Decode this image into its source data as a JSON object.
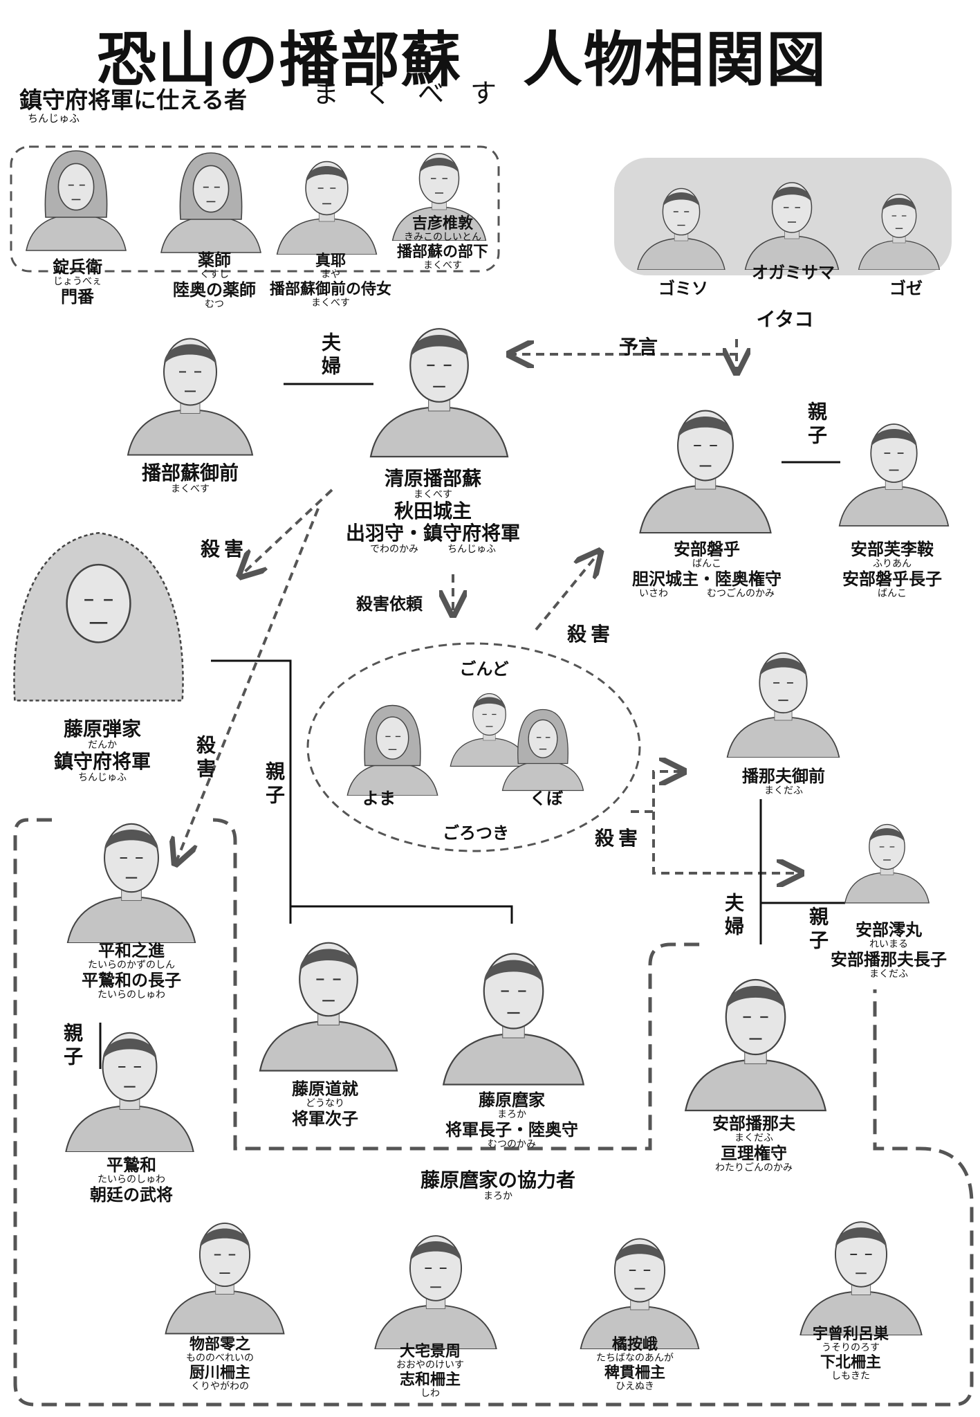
{
  "title": "恐山の播部蘇　人物相関図",
  "title_ruby": "まくべす",
  "groups": {
    "chinjufu_servants": {
      "label": "鎮守府将軍に仕える者",
      "ruby": "ちんじゅふ"
    },
    "itako": "イタコ",
    "gorotsuki": "ごろつき",
    "maroka_allies": {
      "label": "藤原麿家の協力者",
      "ruby": "まろか"
    }
  },
  "characters": {
    "jobee": {
      "name": "錠兵衛",
      "ruby": "じょうべぇ",
      "role": "門番"
    },
    "kusushi": {
      "name": "薬師",
      "ruby": "くすし",
      "role": "陸奥の薬師",
      "role_ruby": "むつ"
    },
    "maya": {
      "name": "真耶",
      "ruby": "まや",
      "role": "播部蘇御前の侍女",
      "role_ruby": "まくべす"
    },
    "kimiko": {
      "name": "吉彦椎敦",
      "ruby": "きみこのしいとん",
      "role": "播部蘇の部下",
      "role_ruby": "まくべす"
    },
    "gomiso": {
      "name": "ゴミソ"
    },
    "ogamisama": {
      "name": "オガミサマ"
    },
    "goze": {
      "name": "ゴゼ"
    },
    "makubesu_gozen": {
      "name": "播部蘇御前",
      "ruby": "まくべす"
    },
    "kiyohara": {
      "name": "清原播部蘇",
      "ruby": "まくべす",
      "role1": "秋田城主",
      "role2": "出羽守・鎮守府将軍",
      "role2_ruby": "でわのかみ　　　ちんじゅふ"
    },
    "abe_banko": {
      "name": "安部磐乎",
      "ruby": "ばんこ",
      "role": "胆沢城主・陸奥権守",
      "role_ruby": "いさわ　　　　むつごんのかみ"
    },
    "abe_furian": {
      "name": "安部芙李鞍",
      "ruby": "ふりあん",
      "role": "安部磐乎長子",
      "role_ruby": "ばんこ"
    },
    "fujiwara_danka": {
      "name": "藤原弾家",
      "ruby": "だんか",
      "role": "鎮守府将軍",
      "role_ruby": "ちんじゅふ"
    },
    "gondo": {
      "name": "ごんど"
    },
    "yoma": {
      "name": "よま"
    },
    "kubo": {
      "name": "くぼ"
    },
    "makudafu_gozen": {
      "name": "播那夫御前",
      "ruby": "まくだふ"
    },
    "heiwa_no_shin": {
      "name": "平和之進",
      "ruby": "たいらのかずのしん",
      "role": "平鷙和の長子",
      "role_ruby": "たいらのしゅわ"
    },
    "abe_reimaru": {
      "name": "安部澪丸",
      "ruby": "れいまる",
      "role": "安部播那夫長子",
      "role_ruby": "まくだふ"
    },
    "taira_shuwa": {
      "name": "平鷙和",
      "ruby": "たいらのしゅわ",
      "role": "朝廷の武将"
    },
    "michinari": {
      "name": "藤原道就",
      "ruby": "どうなり",
      "role": "将軍次子"
    },
    "maroka": {
      "name": "藤原麿家",
      "ruby": "まろか",
      "role": "将軍長子・陸奥守",
      "role_ruby": "むつのかみ"
    },
    "abe_makudafu": {
      "name": "安部播那夫",
      "ruby": "まくだふ",
      "role": "亘理権守",
      "role_ruby": "わたりごんのかみ"
    },
    "mononobe": {
      "name": "物部零之",
      "ruby": "もののべれいの",
      "role": "厨川柵主",
      "role_ruby": "くりやがわの"
    },
    "oyake": {
      "name": "大宅景周",
      "ruby": "おおやのけいす",
      "role": "志和柵主",
      "role_ruby": "しわ"
    },
    "tachibana": {
      "name": "橘按峨",
      "ruby": "たちばなのあんが",
      "role": "稗貫柵主",
      "role_ruby": "ひえぬき"
    },
    "usori": {
      "name": "宇曾利呂巣",
      "ruby": "うそりのろす",
      "role": "下北柵主",
      "role_ruby": "しもきた"
    }
  },
  "relations": {
    "fuufu": "夫婦",
    "oyako": "親子",
    "yogen": "予言",
    "satsugai": "殺害",
    "satsugai_irai": "殺害依頼"
  },
  "colors": {
    "line": "#111111",
    "dashed": "#555555",
    "itako_bg": "#d9d9d9",
    "portrait_fill": "#bdbdbd",
    "portrait_dark": "#555555"
  }
}
